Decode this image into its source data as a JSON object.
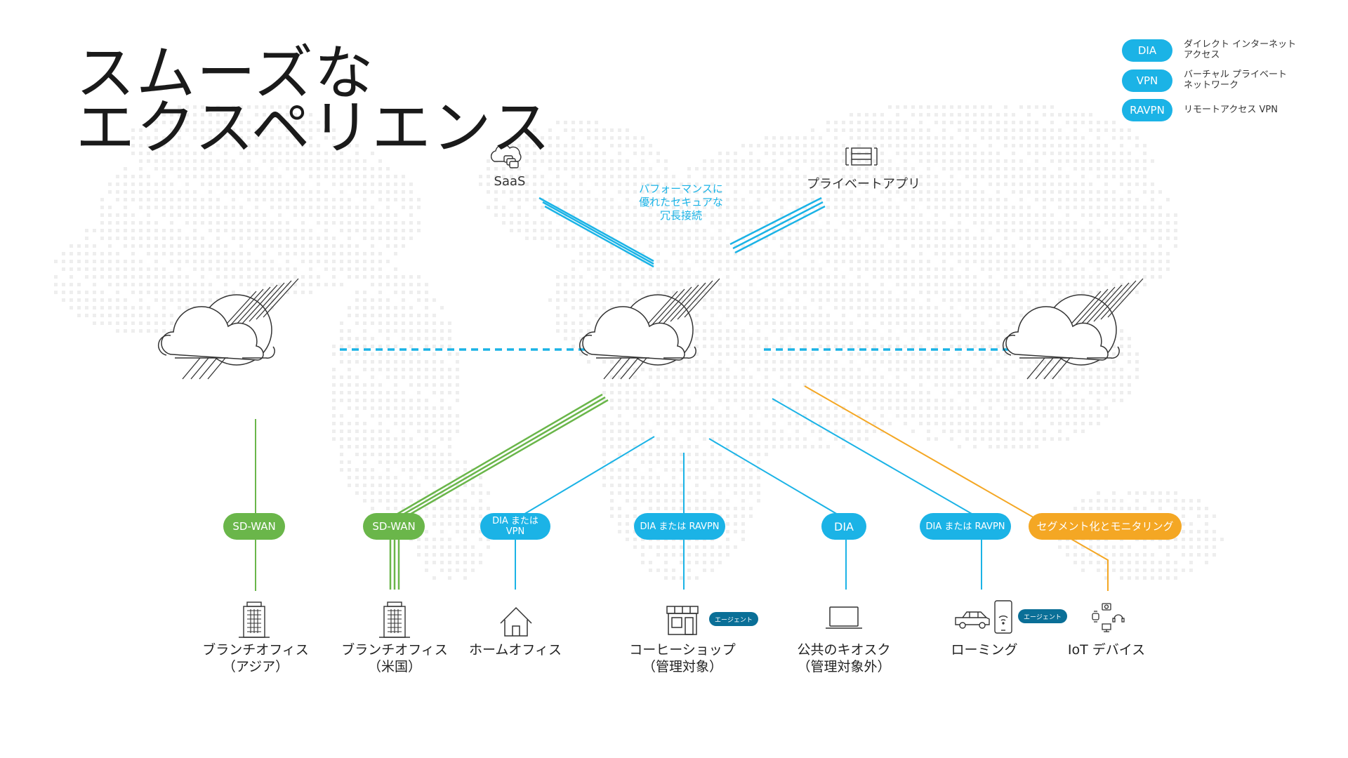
{
  "title": {
    "line1": "スムーズな",
    "line2": "エクスペリエンス"
  },
  "legend": [
    {
      "abbr": "DIA",
      "desc": "ダイレクト インターネット\nアクセス"
    },
    {
      "abbr": "VPN",
      "desc": "バーチャル プライベート\nネットワーク"
    },
    {
      "abbr": "RAVPN",
      "desc": "リモートアクセス VPN"
    }
  ],
  "top": {
    "saas_label": "SaaS",
    "private_app_label": "プライベートアプリ",
    "annotation": "パフォーマンスに\n優れたセキュアな\n冗長接続"
  },
  "connections": [
    {
      "label": "SD-WAN",
      "type": "green"
    },
    {
      "label": "SD-WAN",
      "type": "green"
    },
    {
      "label": "DIA または\nVPN",
      "type": "blue"
    },
    {
      "label": "DIA または RAVPN",
      "type": "blue"
    },
    {
      "label": "DIA",
      "type": "blue"
    },
    {
      "label": "DIA または RAVPN",
      "type": "blue"
    },
    {
      "label": "セグメント化とモニタリング",
      "type": "orange"
    }
  ],
  "endpoints": [
    {
      "label": "ブランチオフィス\n（アジア）",
      "icon": "building-icon"
    },
    {
      "label": "ブランチオフィス\n（米国）",
      "icon": "building-icon"
    },
    {
      "label": "ホームオフィス",
      "icon": "house-icon"
    },
    {
      "label": "コーヒーショップ\n（管理対象）",
      "icon": "storefront-icon"
    },
    {
      "label": "公共のキオスク\n（管理対象外）",
      "icon": "laptop-icon"
    },
    {
      "label": "ローミング",
      "icon": "car-and-phone-icon"
    },
    {
      "label": "IoT デバイス",
      "icon": "iot-devices-icon"
    }
  ],
  "agent_badges": [
    "エージェント",
    "エージェント"
  ],
  "colors": {
    "blue": "#1bb3e6",
    "green": "#6ab64a",
    "orange": "#f4a724",
    "agent": "#0a6f97",
    "map_dots": "#eeeeee"
  }
}
